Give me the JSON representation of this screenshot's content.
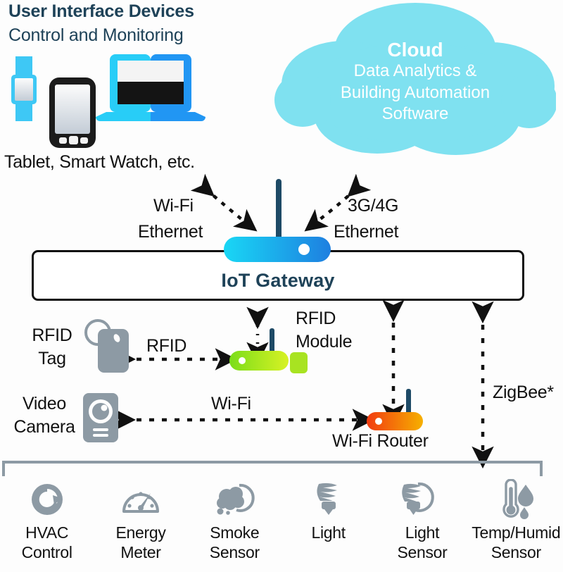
{
  "header": {
    "title": "User Interface Devices",
    "subtitle": "Control and Monitoring",
    "devices_caption": "Tablet, Smart Watch, etc."
  },
  "cloud": {
    "title": "Cloud",
    "line1": "Data Analytics &",
    "line2": "Building Automation",
    "line3": "Software",
    "fill": "#7fe1f0"
  },
  "gateway": {
    "label": "IoT Gateway",
    "link_left_top": "Wi-Fi",
    "link_left_bottom": "Ethernet",
    "link_right_top": "3G/4G",
    "link_right_bottom": "Ethernet",
    "accent_start": "#19d7f5",
    "accent_end": "#1e7fe0",
    "antenna_color": "#1e4a66"
  },
  "middle": {
    "rfid_tag_label": "RFID\nTag",
    "rfid_link_label": "RFID",
    "rfid_module_label": "RFID\nModule",
    "video_camera_label": "Video\nCamera",
    "wifi_link_label": "Wi-Fi",
    "wifi_router_label": "Wi-Fi Router",
    "zigbee_label": "ZigBee*",
    "rfid_module_color_start": "#7bdd1a",
    "rfid_module_color_end": "#d8f224",
    "wifi_router_color_start": "#f23b11",
    "wifi_router_color_end": "#f6b000",
    "device_gray": "#8d9aa4"
  },
  "sensors": [
    {
      "name": "HVAC\nControl",
      "icon": "hvac-refresh-icon"
    },
    {
      "name": "Energy\nMeter",
      "icon": "gauge-icon"
    },
    {
      "name": "Smoke\nSensor",
      "icon": "smoke-cloud-icon"
    },
    {
      "name": "Light",
      "icon": "cfl-bulb-icon"
    },
    {
      "name": "Light\nSensor",
      "icon": "cfl-bulb-sensor-icon"
    },
    {
      "name": "Temp/Humid\nSensor",
      "icon": "thermometer-droplet-icon"
    }
  ],
  "colors": {
    "navy": "#1e4258",
    "black": "#111111",
    "bracket_gray": "#8d9aa4"
  }
}
